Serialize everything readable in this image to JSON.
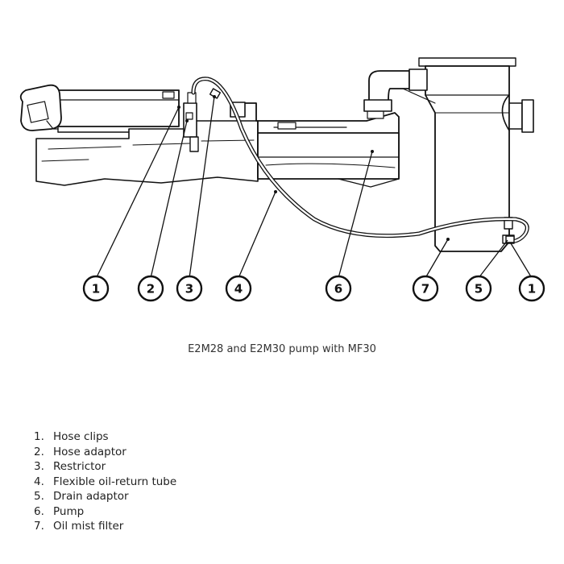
{
  "caption": "E2M28 and E2M30 pump with MF30",
  "callouts": [
    "1",
    "2",
    "3",
    "4",
    "6",
    "7",
    "5",
    "1"
  ],
  "legend": [
    {
      "num": "1.",
      "text": "Hose clips"
    },
    {
      "num": "2.",
      "text": "Hose adaptor"
    },
    {
      "num": "3.",
      "text": "Restrictor"
    },
    {
      "num": "4.",
      "text": "Flexible oil-return tube"
    },
    {
      "num": "5.",
      "text": "Drain adaptor"
    },
    {
      "num": "6.",
      "text": "Pump"
    },
    {
      "num": "7.",
      "text": "Oil mist filter"
    }
  ]
}
